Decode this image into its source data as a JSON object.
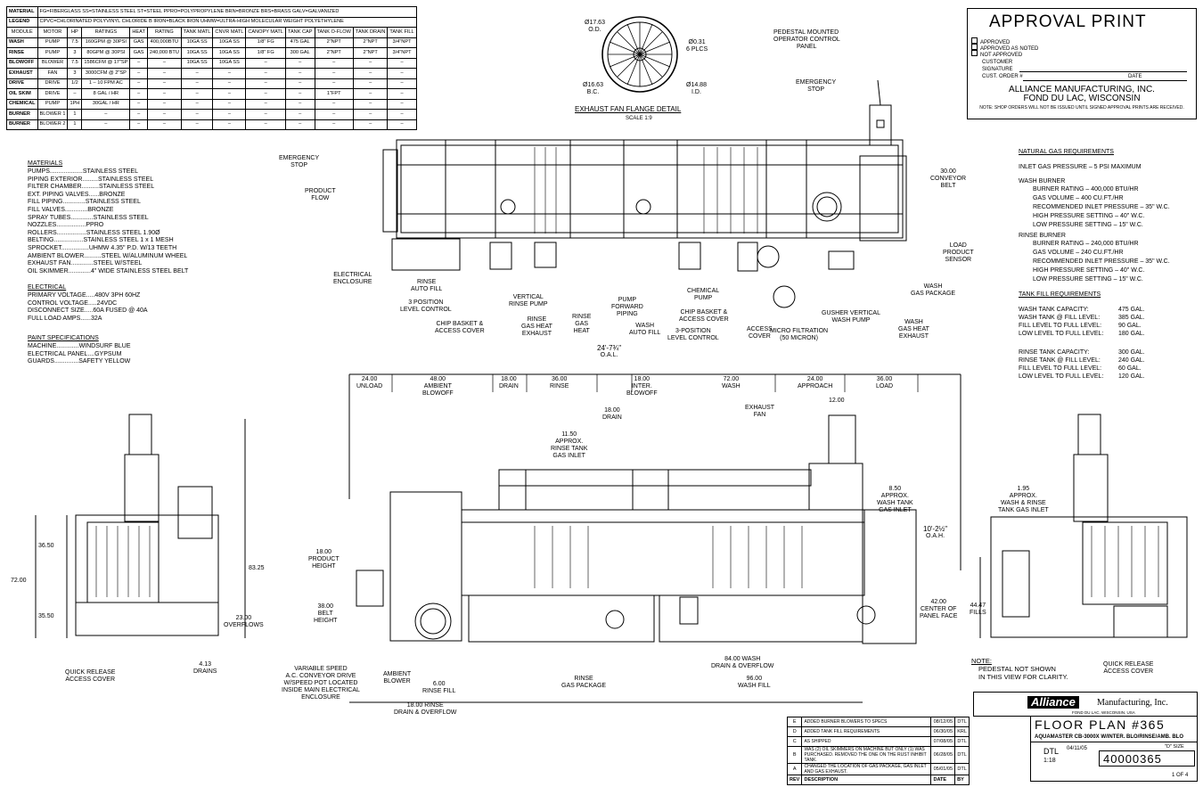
{
  "spec_table": {
    "material_row": [
      "MATERIAL",
      "FG=FIBERGLASS  SS=STAINLESS STEEL  ST=STEEL  PPRO=POLYPROPYLENE  BRN=BRONZE  BRS=BRASS  GALV=GALVANIZED"
    ],
    "legend_row": [
      "LEGEND",
      "CPVC=CHLORINATED POLYVINYL CHLORIDE  B IRON=BLACK IRON  UHMW=ULTRA-HIGH MOLECULAR WEIGHT POLYETHYLENE"
    ],
    "headers": [
      "MODULE",
      "MOTOR",
      "HP",
      "RATINGS",
      "HEAT",
      "RATING",
      "TANK MATL",
      "CNVR MATL",
      "CANOPY MATL",
      "TANK CAP",
      "TANK O-FLOW",
      "TANK DRAIN",
      "TANK FILL"
    ],
    "rows": [
      [
        "WASH",
        "PUMP",
        "7.5",
        "160GPM @ 30PSI",
        "GAS",
        "400,000BTU",
        "10GA SS",
        "10GA SS",
        "1/8\" FG",
        "475 GAL",
        "2\"NPT",
        "2\"NPT",
        "3/4\"NPT"
      ],
      [
        "RINSE",
        "PUMP",
        "3",
        "80GPM @ 30PSI",
        "GAS",
        "240,000 BTU",
        "10GA SS",
        "10GA SS",
        "1/8\" FG",
        "300 GAL",
        "2\"NPT",
        "2\"NPT",
        "3/4\"NPT"
      ],
      [
        "BLOWOFF",
        "BLOWER",
        "7.5",
        "1586CFM @ 17\"SP",
        "–",
        "–",
        "10GA SS",
        "10GA SS",
        "–",
        "–",
        "–",
        "–",
        "–"
      ],
      [
        "EXHAUST",
        "FAN",
        "3",
        "3000CFM @ 2\"SP",
        "–",
        "–",
        "–",
        "–",
        "–",
        "–",
        "–",
        "–",
        "–"
      ],
      [
        "DRIVE",
        "DRIVE",
        "1/2",
        "1 – 10 FPM AC",
        "–",
        "–",
        "–",
        "–",
        "–",
        "–",
        "–",
        "–",
        "–"
      ],
      [
        "OIL SKIM",
        "DRIVE",
        "–",
        "8 GAL / HR",
        "–",
        "–",
        "–",
        "–",
        "–",
        "–",
        "1\"FPT",
        "–",
        "–"
      ],
      [
        "CHEMICAL",
        "PUMP",
        "1PH",
        "30GAL / HR",
        "–",
        "–",
        "–",
        "–",
        "–",
        "–",
        "–",
        "–",
        "–"
      ],
      [
        "BURNER",
        "BLOWER 1",
        "1",
        "–",
        "–",
        "–",
        "–",
        "–",
        "–",
        "–",
        "–",
        "–",
        "–"
      ],
      [
        "BURNER",
        "BLOWER 2",
        "1",
        "–",
        "–",
        "–",
        "–",
        "–",
        "–",
        "–",
        "–",
        "–",
        "–"
      ]
    ]
  },
  "flange_detail": {
    "od": "Ø17.63",
    "od_label": "O.D.",
    "bc": "Ø16.63",
    "bc_label": "B.C.",
    "holes": "Ø0.31",
    "holes_label": "6 PLCS",
    "id": "Ø14.88",
    "id_label": "I.D.",
    "title": "EXHAUST FAN FLANGE DETAIL",
    "scale": "SCALE 1:9"
  },
  "top_labels": {
    "pedestal": [
      "PEDESTAL MOUNTED",
      "OPERATOR CONTROL",
      "PANEL"
    ],
    "emergency_stop_right": [
      "EMERGENCY",
      "STOP"
    ],
    "emergency_stop_left": [
      "EMERGENCY",
      "STOP"
    ],
    "product_flow": [
      "PRODUCT",
      "FLOW"
    ],
    "conveyor_belt": [
      "30.00",
      "CONVEYOR",
      "BELT"
    ],
    "load_sensor": [
      "LOAD",
      "PRODUCT",
      "SENSOR"
    ],
    "electrical_enclosure": [
      "ELECTRICAL",
      "ENCLOSURE"
    ],
    "rinse_auto_fill": [
      "RINSE",
      "AUTO FILL"
    ],
    "three_pos_left": [
      "3 POSITION",
      "LEVEL CONTROL"
    ],
    "chip_basket_left": [
      "CHIP BASKET &",
      "ACCESS COVER"
    ],
    "vertical_rinse_pump": [
      "VERTICAL",
      "RINSE PUMP"
    ],
    "rinse_gas_heat_exhaust": [
      "RINSE",
      "GAS HEAT",
      "EXHAUST"
    ],
    "rinse_gas_heat": [
      "RINSE",
      "GAS",
      "HEAT"
    ],
    "pump_forward_piping": [
      "PUMP",
      "FORWARD",
      "PIPING"
    ],
    "wash_auto_fill": [
      "WASH",
      "AUTO FILL"
    ],
    "three_pos_right": [
      "3-POSITION",
      "LEVEL CONTROL"
    ],
    "chemical_pump": [
      "CHEMICAL",
      "PUMP"
    ],
    "chip_basket_right": [
      "CHIP BASKET &",
      "ACCESS COVER"
    ],
    "access_cover": [
      "ACCESS",
      "COVER"
    ],
    "micro_filtration": [
      "MICRO FILTRATION",
      "(50 MICRON)"
    ],
    "gusher_pump": [
      "GUSHER VERTICAL",
      "WASH PUMP"
    ],
    "wash_gas_package": [
      "WASH",
      "GAS PACKAGE"
    ],
    "wash_gas_heat_exhaust": [
      "WASH",
      "GAS HEAT",
      "EXHAUST"
    ]
  },
  "materials": {
    "title": "MATERIALS",
    "items": [
      [
        "PUMPS",
        "STAINLESS STEEL"
      ],
      [
        "PIPING EXTERIOR",
        "STAINLESS STEEL"
      ],
      [
        "FILTER CHAMBER",
        "STAINLESS STEEL"
      ],
      [
        "EXT. PIPING VALVES",
        "BRONZE"
      ],
      [
        "FILL PIPING",
        "STAINLESS STEEL"
      ],
      [
        "FILL VALVES",
        "BRONZE"
      ],
      [
        "SPRAY TUBES",
        "STAINLESS STEEL"
      ],
      [
        "NOZZLES",
        "PPRO"
      ],
      [
        "ROLLERS",
        "STAINLESS STEEL 1.90Ø"
      ],
      [
        "BELTING",
        "STAINLESS STEEL 1 x 1 MESH"
      ],
      [
        "SPROCKET",
        "UHMW 4.35\" P.D. W/13 TEETH"
      ],
      [
        "AMBIENT BLOWER",
        "STEEL W/ALUMINUM WHEEL"
      ],
      [
        "EXHAUST FAN",
        "STEEL W/STEEL"
      ],
      [
        "OIL SKIMMER",
        "4\" WIDE STAINLESS STEEL BELT"
      ]
    ]
  },
  "electrical": {
    "title": "ELECTRICAL",
    "items": [
      [
        "PRIMARY VOLTAGE",
        "480V 3PH 60HZ"
      ],
      [
        "CONTROL VOLTAGE",
        "24VDC"
      ],
      [
        "DISCONNECT SIZE",
        "60A FUSED @ 40A"
      ],
      [
        "FULL LOAD AMPS",
        "32A"
      ]
    ]
  },
  "paint": {
    "title": "PAINT SPECIFICATIONS",
    "items": [
      [
        "MACHINE",
        "WINDSURF BLUE"
      ],
      [
        "ELECTRICAL PANEL",
        "GYPSUM"
      ],
      [
        "GUARDS",
        "SAFETY YELLOW"
      ]
    ]
  },
  "approval": {
    "title": "APPROVAL PRINT",
    "approved": "APPROVED",
    "approved_noted": "APPROVED AS NOTED",
    "not_approved": "NOT APPROVED",
    "customer_signature": [
      "CUSTOMER",
      "SIGNATURE"
    ],
    "cust_order": "CUST. ORDER #",
    "date": "DATE",
    "company": "ALLIANCE MANUFACTURING, INC.",
    "city": "FOND DU LAC, WISCONSIN",
    "note": "NOTE: SHOP ORDERS WILL NOT BE ISSUED UNTIL SIGNED APPROVAL PRINTS ARE RECEIVED."
  },
  "gas_requirements": {
    "title": "NATURAL GAS REQUIREMENTS",
    "inlet": "INLET GAS PRESSURE – 5 PSI MAXIMUM",
    "wash_title": "WASH BURNER",
    "wash_lines": [
      "BURNER RATING – 400,000 BTU/HR",
      "GAS VOLUME – 400 CU.FT./HR",
      "RECOMMENDED INLET PRESSURE – 35\" W.C.",
      "HIGH PRESSURE SETTING – 40\" W.C.",
      "LOW PRESSURE SETTING – 15\" W.C."
    ],
    "rinse_title": "RINSE BURNER",
    "rinse_lines": [
      "BURNER RATING – 240,000 BTU/HR",
      "GAS VOLUME – 240 CU.FT./HR",
      "RECOMMENDED INLET PRESSURE – 35\" W.C.",
      "HIGH PRESSURE SETTING – 40\" W.C.",
      "LOW PRESSURE SETTING – 15\" W.C."
    ]
  },
  "tank_fill": {
    "title": "TANK FILL REQUIREMENTS",
    "wash_lines": [
      [
        "WASH TANK CAPACITY:",
        "475 GAL."
      ],
      [
        "WASH TANK @ FILL LEVEL:",
        "385 GAL."
      ],
      [
        "FILL LEVEL TO FULL LEVEL:",
        "90 GAL."
      ],
      [
        "LOW LEVEL TO FULL LEVEL:",
        "180 GAL."
      ]
    ],
    "rinse_lines": [
      [
        "RINSE TANK CAPACITY:",
        "300 GAL."
      ],
      [
        "RINSE TANK @ FILL LEVEL:",
        "240 GAL."
      ],
      [
        "FILL LEVEL TO FULL LEVEL:",
        "60 GAL."
      ],
      [
        "LOW LEVEL TO FULL LEVEL:",
        "120 GAL."
      ]
    ]
  },
  "side_view": {
    "oal": "24'-7¾\"",
    "oal_label": "O.A.L.",
    "dims": [
      [
        "24.00",
        "UNLOAD"
      ],
      [
        "48.00",
        "AMBIENT",
        "BLOWOFF"
      ],
      [
        "18.00",
        "DRAIN"
      ],
      [
        "36.00",
        "RINSE"
      ],
      [
        "18.00",
        "INTER.",
        "BLOWOFF"
      ],
      [
        "72.00",
        "WASH"
      ],
      [
        "24.00",
        "APPROACH"
      ],
      [
        "36.00",
        "LOAD"
      ]
    ],
    "dim_1200": "12.00",
    "exhaust_fan": [
      "EXHAUST",
      "FAN"
    ],
    "drain_18": [
      "18.00",
      "DRAIN"
    ],
    "rinse_inlet": [
      "11.50",
      "APPROX.",
      "RINSE TANK",
      "GAS INLET"
    ],
    "wash_inlet": [
      "8.50",
      "APPROX.",
      "WASH TANK",
      "GAS INLET"
    ],
    "oah": "10'-2½\"",
    "oah_label": "O.A.H.",
    "product_height": [
      "18.00",
      "PRODUCT",
      "HEIGHT"
    ],
    "belt_height": [
      "38.00",
      "BELT",
      "HEIGHT"
    ],
    "panel_face": [
      "42.00",
      "CENTER OF",
      "PANEL FACE"
    ],
    "variable_speed": [
      "VARIABLE SPEED",
      "A.C. CONVEYOR DRIVE",
      "W/SPEED POT LOCATED",
      "INSIDE MAIN ELECTRICAL",
      "ENCLOSURE"
    ],
    "ambient_blower": [
      "AMBIENT",
      "BLOWER"
    ],
    "rinse_fill": [
      "6.00",
      "RINSE FILL"
    ],
    "rinse_drain": [
      "18.00 RINSE",
      "DRAIN & OVERFLOW"
    ],
    "rinse_gas": [
      "RINSE",
      "GAS PACKAGE"
    ],
    "wash_drain": [
      "84.00 WASH",
      "DRAIN & OVERFLOW"
    ],
    "wash_fill": [
      "96.00",
      "WASH FILL"
    ]
  },
  "left_end": {
    "d3650": "36.50",
    "d7200": "72.00",
    "d3550": "35.50",
    "d8325": "83.25",
    "overflows": [
      "23.00",
      "OVERFLOWS"
    ],
    "drains": [
      "4.13",
      "DRAINS"
    ],
    "quick_release": [
      "QUICK RELEASE",
      "ACCESS COVER"
    ]
  },
  "right_end": {
    "inlet": [
      "1.95",
      "APPROX.",
      "WASH & RINSE",
      "TANK GAS INLET"
    ],
    "fills": [
      "44.47",
      "FILLS"
    ],
    "quick_release": [
      "QUICK RELEASE",
      "ACCESS COVER"
    ],
    "note": [
      "NOTE:",
      "PEDESTAL NOT SHOWN",
      "IN THIS VIEW FOR CLARITY."
    ]
  },
  "title_block": {
    "logo": "Alliance",
    "company": "Manufacturing, Inc.",
    "city": "FOND DU LAC, WISCONSIN, USA",
    "plan_title": "FLOOR PLAN #365",
    "subtitle": "AQUAMASTER CB-3000X W/INTER. BLO/RINSE/AMB. BLO",
    "drawn": "DTL",
    "date": "04/11/05",
    "scale": "1:18",
    "drawing_no": "40000365",
    "size": "\"D\" SIZE",
    "sheet": "1 OF 4",
    "rev_label": "REV",
    "desc_label": "DESCRIPTION",
    "date_label": "DATE",
    "by_label": "BY",
    "revisions": [
      [
        "E",
        "ADDED BURNER BLOWERS TO SPECS",
        "08/12/05",
        "DTL"
      ],
      [
        "D",
        "ADDED TANK FILL REQUIREMENTS",
        "06/30/05",
        "KRL"
      ],
      [
        "C",
        "AS SHIPPED",
        "07/08/05",
        "DTL"
      ],
      [
        "B",
        "WAS (2) OIL SKIMMERS ON MACHINE BUT ONLY (1) WAS PURCHASED. REMOVED THE ONE ON THE RUST INHIBIT TANK.",
        "06/28/05",
        "DTL"
      ],
      [
        "A",
        "CHANGED THE LOCATION OF GAS PACKAGE, GAS INLET AND GAS EXHAUST.",
        "05/01/05",
        "DTL"
      ]
    ]
  }
}
